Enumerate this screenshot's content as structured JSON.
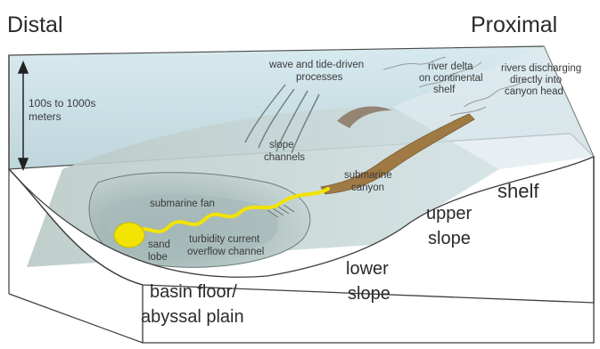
{
  "header": {
    "left_label": "Distal",
    "right_label": "Proximal"
  },
  "depth_scale": {
    "line1": "100s to 1000s",
    "line2": "meters"
  },
  "labels": {
    "wave_processes": [
      "wave and tide-driven",
      "processes"
    ],
    "river_delta": [
      "river delta",
      "on continental",
      "shelf"
    ],
    "rivers_discharging": [
      "rivers discharging",
      "directly into",
      "canyon head"
    ],
    "slope_channels": [
      "slope",
      "channels"
    ],
    "submarine_canyon": [
      "submarine",
      "canyon"
    ],
    "submarine_fan": "submarine fan",
    "sand_lobe": [
      "sand",
      "lobe"
    ],
    "turbidity_channel": [
      "turbidity current",
      "overflow channel"
    ],
    "shelf": "shelf",
    "upper_slope": [
      "upper",
      "slope"
    ],
    "lower_slope": [
      "lower",
      "slope"
    ],
    "basin_floor": [
      "basin floor/",
      "abyssal plain"
    ]
  },
  "colors": {
    "sea_surface": "#cfe4ea",
    "sea_bed": "#c3d4d4",
    "block_face": "#ffffff",
    "fan": "#9bb0ae",
    "canyon": "#a07a45",
    "channel": "#f2e300",
    "outline": "#3d3d3d"
  }
}
